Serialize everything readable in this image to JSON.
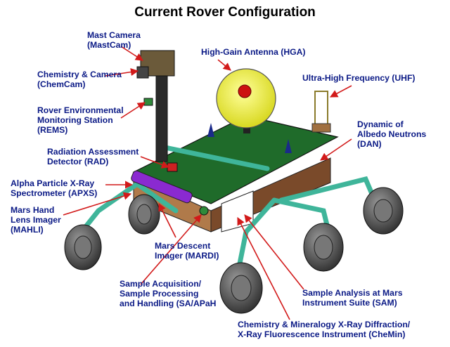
{
  "title": "Current Rover Configuration",
  "colors": {
    "label": "#0b1a86",
    "arrow": "#d21a1a",
    "deck": "#1f6b2a",
    "arm": "#3fb59a",
    "wheel": "#4a4a4a",
    "body": "#8a5a3a"
  },
  "labels": {
    "mastcam": "Mast Camera\n(MastCam)",
    "chemcam": "Chemistry & Camera\n(ChemCam)",
    "rems": "Rover Environmental\nMonitoring Station\n(REMS)",
    "rad": "Radiation Assessment\nDetector (RAD)",
    "apxs": "Alpha Particle X-Ray\nSpectrometer (APXS)",
    "mahli": "Mars Hand\nLens Imager\n(MAHLI)",
    "mardi": "Mars Descent\nImager (MARDI)",
    "sa": "Sample Acquisition/\nSample Processing\nand Handling (SA/APaH",
    "hga": "High-Gain Antenna (HGA)",
    "uhf": "Ultra-High Frequency (UHF)",
    "dan": "Dynamic of\nAlbedo Neutrons\n(DAN)",
    "sam": "Sample Analysis at Mars\nInstrument Suite (SAM)",
    "chemin": "Chemistry & Mineralogy X-Ray Diffraction/\nX-Ray Fluorescence Instrument (CheMin)"
  }
}
